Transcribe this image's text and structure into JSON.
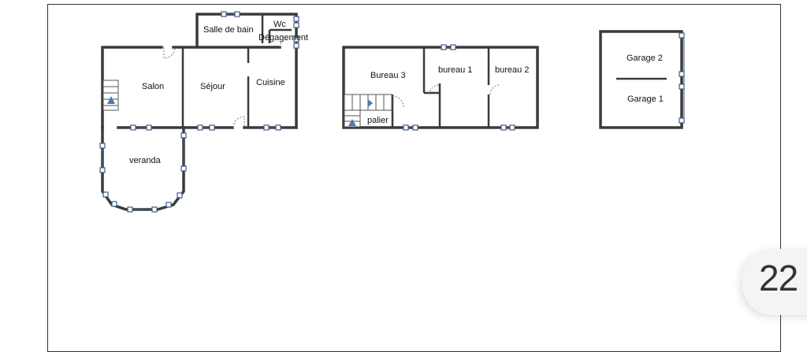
{
  "floor_plan": {
    "ground_floor": {
      "rooms": [
        "Salle de bain",
        "Wc",
        "Dégagement",
        "Salon",
        "Séjour",
        "Cuisine",
        "veranda"
      ]
    },
    "first_floor": {
      "rooms": [
        "Bureau 3",
        "bureau 1",
        "bureau 2",
        "palier"
      ]
    },
    "garage": {
      "rooms": [
        "Garage 2",
        "Garage 1"
      ]
    }
  },
  "page": {
    "number": "22"
  },
  "colors": {
    "wall": "#3a3a3a",
    "window": "#3f5a8a",
    "stair_arrow": "#4a7ab5",
    "badge_bg": "#f4f4f4"
  },
  "icons": [
    "stair-up-arrow-icon"
  ]
}
